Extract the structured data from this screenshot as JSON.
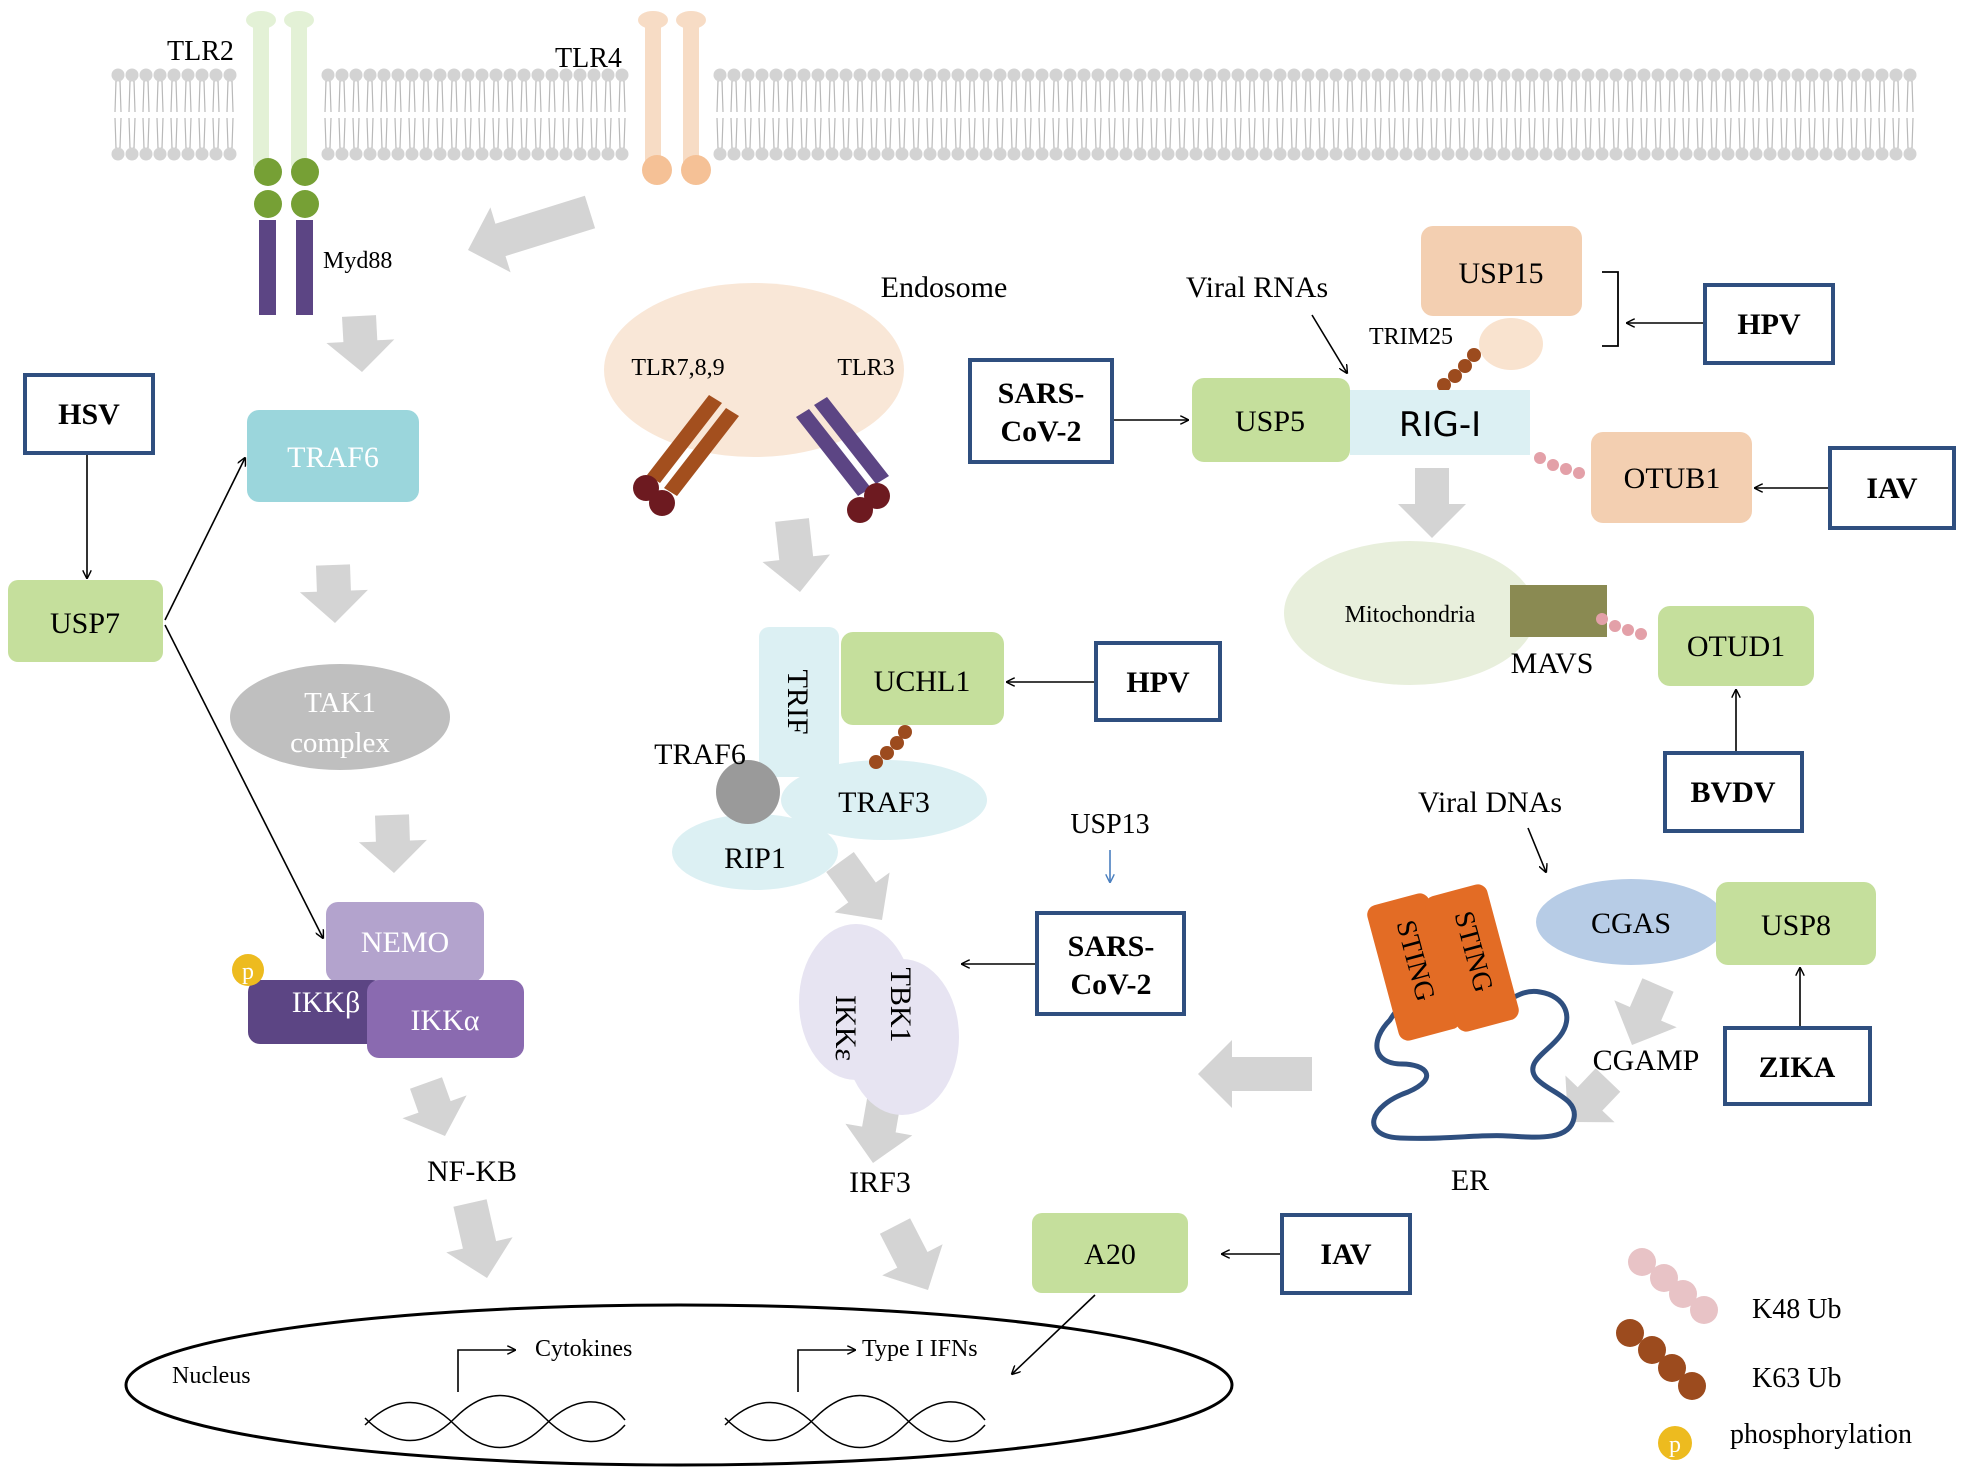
{
  "membrane": {
    "tlr2": "TLR2",
    "tlr4": "TLR4",
    "myd88": "Myd88"
  },
  "left_pathway": {
    "traf6": "TRAF6",
    "tak1_line1": "TAK1",
    "tak1_line2": "complex",
    "nemo": "NEMO",
    "ikkb": "IKKβ",
    "ikka": "IKKα",
    "nfkb": "NF-KB",
    "usp7": "USP7",
    "hsv": "HSV",
    "p": "p"
  },
  "endosome": {
    "label": "Endosome",
    "tlr789": "TLR7,8,9",
    "tlr3": "TLR3",
    "trif": "TRIF",
    "uchl1": "UCHL1",
    "hpv": "HPV",
    "traf6": "TRAF6",
    "traf3": "TRAF3",
    "rip1": "RIP1",
    "usp13": "USP13",
    "sars_line1": "SARS-",
    "sars_line2": "CoV-2",
    "ikke": "IKKε",
    "tbk1": "TBK1",
    "irf3": "IRF3"
  },
  "rig_pathway": {
    "viral_rnas": "Viral RNAs",
    "usp15": "USP15",
    "trim25": "TRIM25",
    "hpv": "HPV",
    "sars_line1": "SARS-",
    "sars_line2": "CoV-2",
    "usp5": "USP5",
    "rigi": "RIG-I",
    "otub1": "OTUB1",
    "iav": "IAV",
    "mitochondria": "Mitochondria",
    "mavs": "MAVS",
    "otud1": "OTUD1",
    "bvdv": "BVDV"
  },
  "sting_pathway": {
    "viral_dnas": "Viral DNAs",
    "cgas": "CGAS",
    "usp8": "USP8",
    "zika": "ZIKA",
    "cgamp": "CGAMP",
    "sting": "STING",
    "er": "ER"
  },
  "nucleus": {
    "label": "Nucleus",
    "cytokines": "Cytokines",
    "ifns": "Type I IFNs",
    "a20": "A20",
    "iav": "IAV"
  },
  "legend": {
    "k48": "K48 Ub",
    "k63": "K63 Ub",
    "phos": "phosphorylation",
    "p": "p"
  },
  "colors": {
    "box_green": "#c5df9c",
    "box_peach": "#f3cfb1",
    "traf6_cyan": "#9bd6dc",
    "light_blue": "#dcf0f3",
    "purple_light": "#b3a3cd",
    "purple_mid": "#8a6ab0",
    "purple_dark": "#5c4584",
    "gray_arrow": "#d4d4d4",
    "virus_border": "#2f4f7f",
    "sting_orange": "#e36c25",
    "mavs_olive": "#8a8a52",
    "k48_pink": "#e3b4b4",
    "k63_brown": "#9c4b1e",
    "phos_yellow": "#edbb1f"
  }
}
